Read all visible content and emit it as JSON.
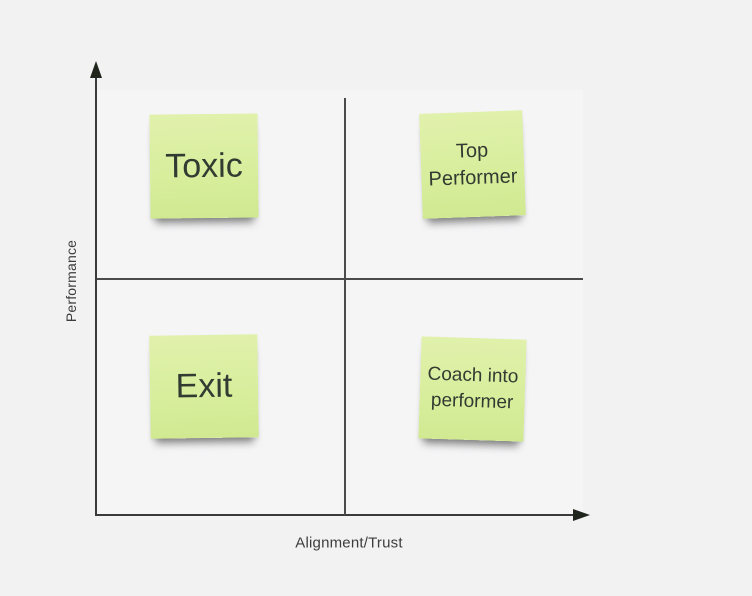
{
  "diagram": {
    "background_color": "#f2f2f3",
    "axes": {
      "y_label": "Performance",
      "x_label": "Alignment/Trust",
      "axis_color": "#3a3a3a",
      "divider_color": "#4b4b4b"
    },
    "notes": [
      {
        "id": "toxic",
        "label": "Toxic",
        "quadrant": "top-left",
        "color": "#d8ee9d"
      },
      {
        "id": "top-performer",
        "label": "Top Performer",
        "quadrant": "top-right",
        "color": "#d8ee9d"
      },
      {
        "id": "exit",
        "label": "Exit",
        "quadrant": "bottom-left",
        "color": "#d8ee9d"
      },
      {
        "id": "coach",
        "label": "Coach into performer",
        "quadrant": "bottom-right",
        "color": "#d8ee9d"
      }
    ]
  }
}
